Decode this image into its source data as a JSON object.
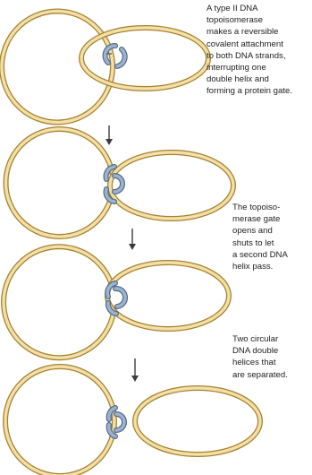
{
  "captions": {
    "step1": "A type II DNA\ntopoisomerase\nmakes a reversible\ncovalent attachment\nto both DNA strands,\ninterrupting one\ndouble helix and\nforming a protein gate.",
    "step2": "The topoiso-\nmerase gate\nopens and\nshuts to let\na second DNA\nhelix pass.",
    "step3": "Two circular\nDNA double\nhelices that\nare separated."
  },
  "colors": {
    "dna_fill": "#f3dfa8",
    "dna_stroke": "#a6822f",
    "enzyme_fill": "#9bb3cc",
    "enzyme_stroke": "#51698a",
    "arrow": "#3b3b3b"
  }
}
